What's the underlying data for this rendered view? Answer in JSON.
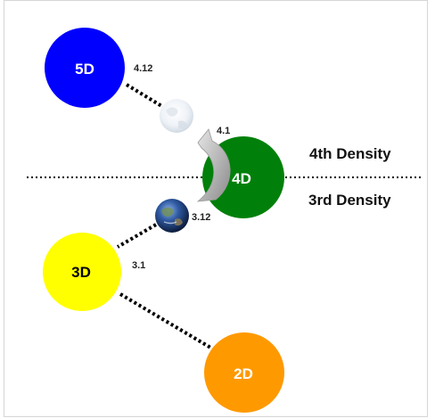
{
  "spheres": {
    "five_d": {
      "label": "5D",
      "color": "#0000ff",
      "text_color": "#ffffff"
    },
    "four_d": {
      "label": "4D",
      "color": "#00800a",
      "text_color": "#ffffff"
    },
    "three_d": {
      "label": "3D",
      "color": "#ffff00",
      "text_color": "#000000"
    },
    "two_d": {
      "label": "2D",
      "color": "#ff9900",
      "text_color": "#ffffff"
    }
  },
  "values": {
    "v412": "4.12",
    "v41": "4.1",
    "v312": "3.12",
    "v31": "3.1"
  },
  "densities": {
    "upper": "4th Density",
    "lower": "3rd Density"
  },
  "icons": [
    "earth-pale-icon",
    "earth-icon",
    "curved-arrow-icon"
  ]
}
